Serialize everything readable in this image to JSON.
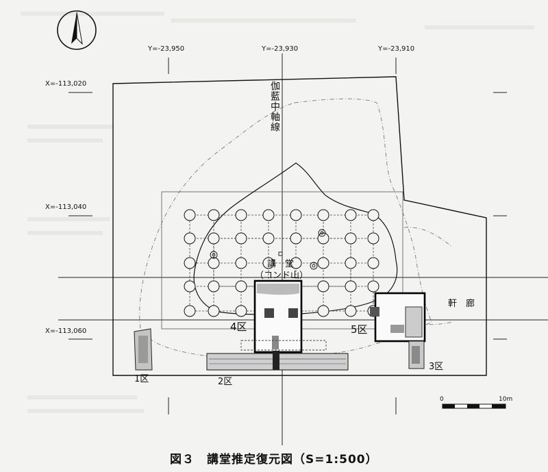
{
  "coordinates": {
    "y_top": [
      "Y=-23,950",
      "Y=-23,930",
      "Y=-23,910"
    ],
    "x_left": [
      "X=-113,020",
      "X=-113,040",
      "X=-113,060"
    ]
  },
  "labels": {
    "central_axis": "伽藍中軸線",
    "lecture_hall": "講　堂",
    "kondo_yama": "（コンド山）",
    "corridor": "軒　廊",
    "zone1": "1区",
    "zone2": "2区",
    "zone3": "3区",
    "zone4": "4区",
    "zone5": "5区"
  },
  "scale": {
    "start": "0",
    "end": "10m"
  },
  "caption": "図３　講堂推定復元図（S=1:500）",
  "icons": {
    "north_arrow": "north-arrow-icon"
  }
}
